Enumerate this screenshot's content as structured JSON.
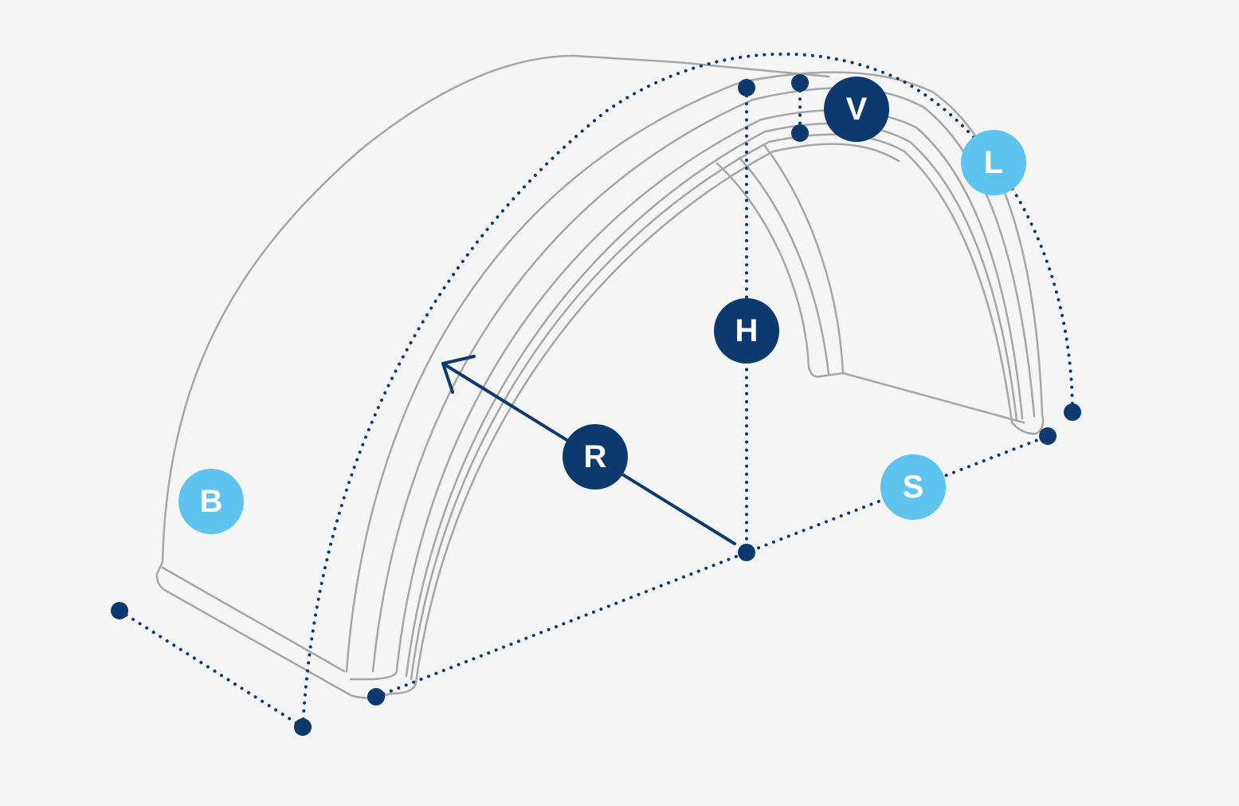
{
  "diagram": {
    "colors": {
      "background": "#f5f5f5",
      "outline": "#a6a6a6",
      "dimension": "#0d3a6e",
      "accent_light": "#5fc3ef"
    },
    "labels": {
      "B": "B",
      "V": "V",
      "L": "L",
      "H": "H",
      "R": "R",
      "S": "S"
    }
  }
}
